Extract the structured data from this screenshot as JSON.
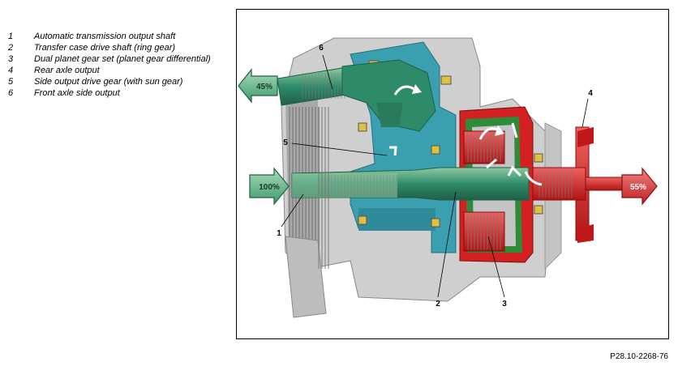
{
  "legend": [
    {
      "num": "1",
      "text": "Automatic transmission output shaft"
    },
    {
      "num": "2",
      "text": "Transfer case drive shaft (ring gear)"
    },
    {
      "num": "3",
      "text": "Dual planet gear set (planet gear differential)"
    },
    {
      "num": "4",
      "text": "Rear axle output"
    },
    {
      "num": "5",
      "text": "Side output drive gear (with sun gear)"
    },
    {
      "num": "6",
      "text": "Front axle side output"
    }
  ],
  "callouts": {
    "c1": "1",
    "c2": "2",
    "c3": "3",
    "c4": "4",
    "c5": "5",
    "c6": "6"
  },
  "arrows": {
    "input": "100%",
    "front": "45%",
    "rear": "55%"
  },
  "reference": "P28.10-2268-76",
  "colors": {
    "green": "#2e8b6a",
    "teal": "#3aa0b0",
    "red": "#d42020",
    "gray": "#b8b8b8"
  }
}
